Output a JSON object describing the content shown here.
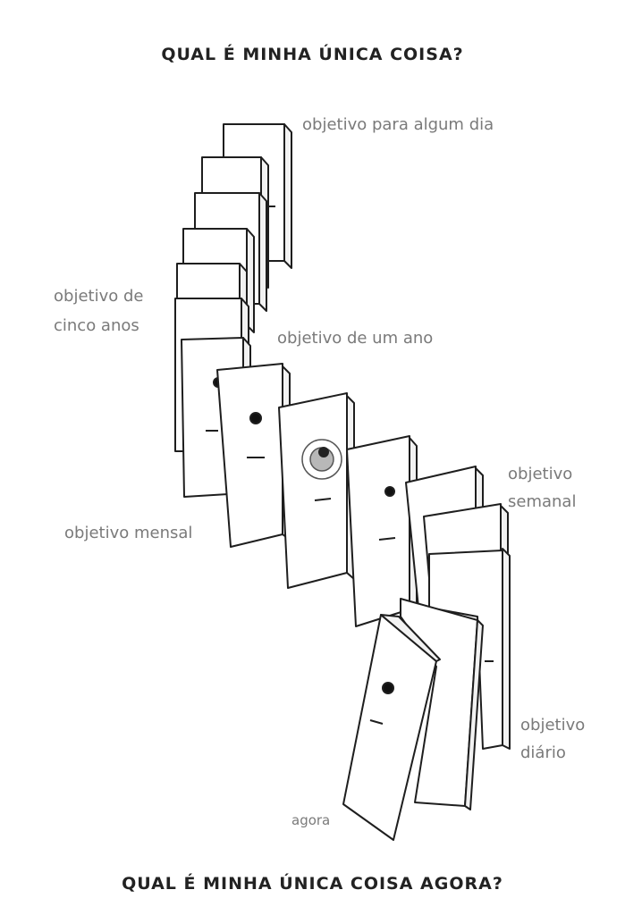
{
  "title_top": "QUAL É MINHA ÚNICA COISA?",
  "title_bottom": "QUAL É MINHA ÚNICA COISA AGORA?",
  "labels": {
    "someday": "objetivo para algum dia",
    "five_years_line1": "objetivo de",
    "five_years_line2": "cinco anos",
    "one_year": "objetivo de um ano",
    "monthly": "objetivo mensal",
    "weekly_line1": "objetivo",
    "weekly_line2": "semanal",
    "daily_line1": "objetivo",
    "daily_line2": "diário",
    "now": "agora"
  }
}
